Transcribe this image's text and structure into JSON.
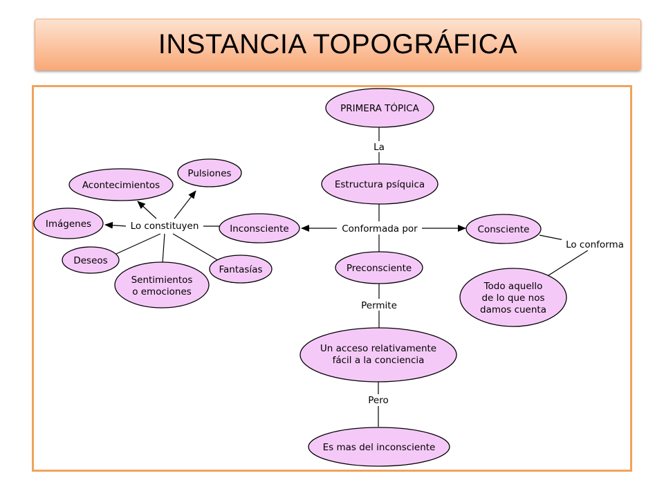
{
  "title": "INSTANCIA TOPOGRÁFICA",
  "colors": {
    "title_gradient_top": "#fde2d0",
    "title_gradient_bottom": "#f8a977",
    "frame_border": "#f0a25d",
    "node_fill": "#f5c9f7"
  },
  "nodes": {
    "primera_topica": "PRIMERA TÓPICA",
    "estructura": "Estructura psíquica",
    "inconsciente": "Inconsciente",
    "consciente": "Consciente",
    "preconsciente": "Preconsciente",
    "todo_aquello": [
      "Todo aquello",
      "de lo que nos",
      "damos cuenta"
    ],
    "acceso": [
      "Un acceso relativamente",
      "fácil a la conciencia"
    ],
    "es_mas": "Es mas del inconsciente",
    "acontecimientos": "Acontecimientos",
    "pulsiones": "Pulsiones",
    "imagenes": "Imágenes",
    "deseos": "Deseos",
    "sentimientos": [
      "Sentimientos",
      "o emociones"
    ],
    "fantasias": "Fantasías"
  },
  "links": {
    "la": "La",
    "conformada_por": "Conformada por",
    "lo_conforma": "Lo conforma",
    "permite": "Permite",
    "pero": "Pero",
    "lo_constituyen": "Lo constituyen"
  }
}
